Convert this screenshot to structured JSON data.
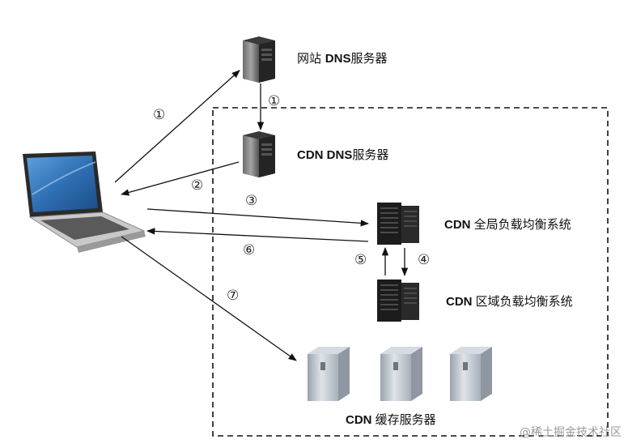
{
  "labels": {
    "site_dns": {
      "prefix": "网站 ",
      "bold": "DNS",
      "suffix": "服务器"
    },
    "cdn_dns": {
      "prefix": "",
      "bold": "CDN DNS",
      "suffix": "服务器"
    },
    "global_lb": {
      "prefix": "",
      "bold": "CDN ",
      "suffix": "全局负载均衡系统"
    },
    "region_lb": {
      "prefix": "",
      "bold": "CDN ",
      "suffix": "区域负载均衡系统"
    },
    "cache": {
      "prefix": "",
      "bold": "CDN ",
      "suffix": "缓存服务器"
    }
  },
  "steps": [
    "①",
    "①",
    "②",
    "③",
    "④",
    "⑤",
    "⑥",
    "⑦"
  ],
  "watermark": "@稀土掘金技术社区",
  "colors": {
    "arrow": "#111111",
    "dash_box": "#111111",
    "rack_dark": "#1c1c1c",
    "tower_gray": "#8a8a8a",
    "cache_gray": "#b5bcc4",
    "laptop_screen": "#2f6fb3"
  }
}
